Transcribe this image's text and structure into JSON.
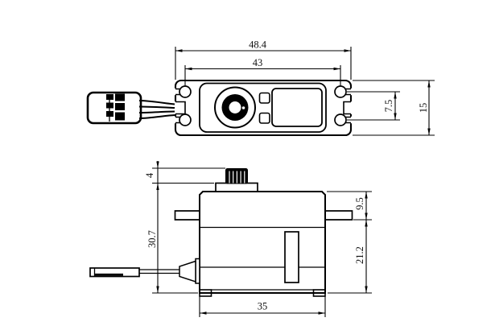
{
  "drawing": {
    "colors": {
      "line": "#000000",
      "background": "#ffffff"
    },
    "top_view": {
      "dims": {
        "overall_width": "48.4",
        "hole_span": "43",
        "hole_pitch": "7.5",
        "flange_width": "15"
      }
    },
    "side_view": {
      "dims": {
        "spline_height": "4",
        "body_height": "30.7",
        "upper_section": "9.5",
        "lower_section": "21.2",
        "body_length": "35"
      }
    }
  }
}
